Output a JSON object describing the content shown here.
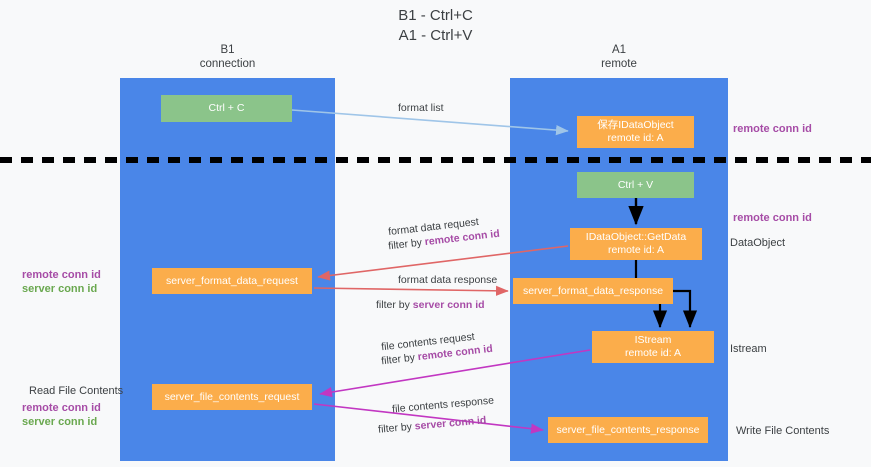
{
  "title": {
    "line1": "B1 - Ctrl+C",
    "line2": "A1 - Ctrl+V"
  },
  "columns": [
    {
      "name": "B1",
      "role": "connection"
    },
    {
      "name": "A1",
      "role": "remote"
    }
  ],
  "boxes": {
    "ctrl_c": {
      "label": "Ctrl + C",
      "color": "#8bc48a"
    },
    "save_idataobject": {
      "line1": "保存IDataObject",
      "line2": "remote id: A",
      "color": "#fbad4b"
    },
    "ctrl_v": {
      "label": "Ctrl + V",
      "color": "#8bc48a"
    },
    "getdata": {
      "line1": "IDataObject::GetData",
      "line2": "remote id: A",
      "color": "#fbad4b"
    },
    "server_format_data_request": {
      "label": "server_format_data_request",
      "color": "#fbad4b"
    },
    "server_format_data_response": {
      "label": "server_format_data_response",
      "color": "#fbad4b"
    },
    "istream": {
      "line1": "IStream",
      "line2": "remote id: A",
      "color": "#fbad4b"
    },
    "server_file_contents_request": {
      "label": "server_file_contents_request",
      "color": "#fbad4b"
    },
    "server_file_contents_response": {
      "label": "server_file_contents_response",
      "color": "#fbad4b"
    }
  },
  "arrow_labels": {
    "format_list": "format list",
    "format_data_request": "format data request",
    "format_data_request_filter_prefix": "filter by ",
    "format_data_request_filter_key": "remote conn id",
    "format_data_response": "format data response",
    "format_data_response_filter_prefix": "filter by ",
    "format_data_response_filter_key": "server conn id",
    "file_contents_request": "file contents request",
    "file_contents_request_filter_prefix": "filter by ",
    "file_contents_request_filter_key": "remote conn id",
    "file_contents_response": "file contents response",
    "file_contents_response_filter_prefix": "filter by ",
    "file_contents_response_filter_key": "server conn id"
  },
  "side_labels": {
    "remote_conn_id_top": "remote conn id",
    "remote_conn_id_mid": "remote conn id",
    "dataobject": "DataObject",
    "istream": "Istream",
    "write_file_contents": "Write File Contents",
    "left_remote_conn_id_1": "remote conn id",
    "left_server_conn_id_1": "server conn id",
    "read_file_contents": "Read File Contents",
    "left_remote_conn_id_2": "remote conn id",
    "left_server_conn_id_2": "server conn id"
  },
  "colors": {
    "lane": "#4a86e8",
    "green_box": "#8bc48a",
    "orange_box": "#fbad4b",
    "purple_text": "#a64ca6",
    "green_text": "#6aa84f",
    "arrow_blue": "#9fc5e8",
    "arrow_red": "#e06666",
    "arrow_magenta": "#c237c2",
    "arrow_black": "#000000",
    "background": "#f8f9fa"
  },
  "divider": {
    "style": "dashed",
    "color": "#000000"
  }
}
